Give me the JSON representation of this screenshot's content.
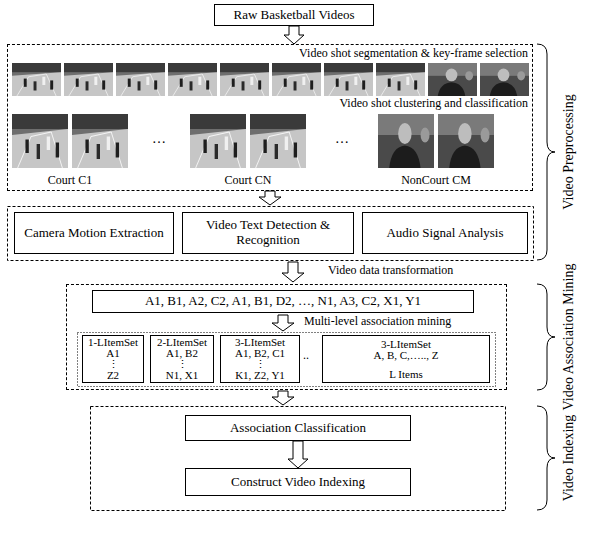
{
  "diagram": {
    "nodes": [
      {
        "text": [
          "Raw Basketball Videos"
        ]
      },
      {
        "text": [
          "Video shot segmentation & key-frame selection",
          "Video shot clustering and classification"
        ]
      },
      {
        "text": [
          "Court C1"
        ],
        "in": 1
      },
      {
        "text": [
          "Court CN"
        ],
        "in": 1
      },
      {
        "text": [
          "NonCourt CM"
        ],
        "in": 1
      },
      {
        "text": [
          "Camera Motion Extraction"
        ]
      },
      {
        "text": [
          "Video Text Detection & Recognition"
        ]
      },
      {
        "text": [
          "Audio Signal Analysis"
        ]
      },
      {
        "text": [
          "Video data transformation",
          "Multi-level association mining"
        ]
      },
      {
        "text": [
          "A1, B1, A2, C2, A1, B1, D2, …, N1, A3, C2, X1, Y1"
        ],
        "in": 8
      },
      {
        "text": [
          "1-LItemSet",
          "A1",
          "⋮",
          "Z2"
        ],
        "in": 8
      },
      {
        "text": [
          "2-LItemSet",
          "A1, B2",
          "⋮",
          "N1, X1"
        ],
        "in": 8
      },
      {
        "text": [
          "3-LItemSet",
          "A1, B2, C1",
          "⋮",
          "K1, Z2, Y1"
        ],
        "in": 8
      },
      {
        "text": [
          "3-LItemSet",
          "A, B, C,….., Z",
          "L Items"
        ],
        "in": 8
      },
      {
        "text": [
          "Association Classification"
        ]
      },
      {
        "text": [
          "Construct Video Indexing"
        ]
      }
    ],
    "edges": [
      {
        "from": 0,
        "to": 1,
        "arrow": "to"
      },
      {
        "from": 14,
        "to": 15,
        "arrow": "to"
      }
    ],
    "labels": [
      "…",
      "…",
      "..",
      "Video Preprocessing",
      "Video Association Mining",
      "Video Indexing"
    ]
  }
}
